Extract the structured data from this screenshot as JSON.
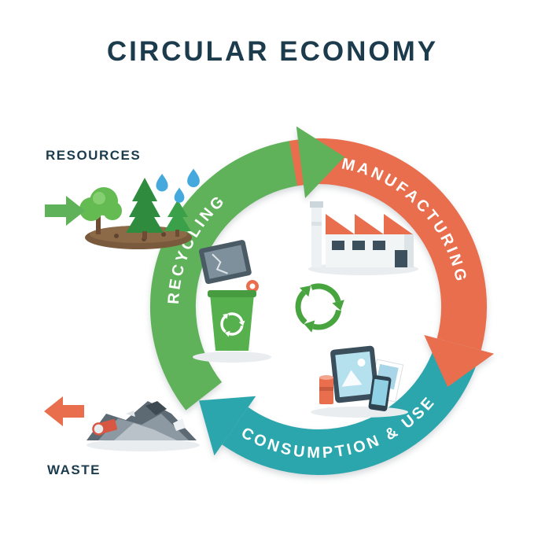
{
  "title": "CIRCULAR ECONOMY",
  "diagram": {
    "stages": [
      {
        "id": "manufacturing",
        "label": "MANUFACTURING",
        "color": "#e96e4e"
      },
      {
        "id": "consumption",
        "label": "CONSUMPTION & USE",
        "color": "#2aa6ac"
      },
      {
        "id": "recycling",
        "label": "RECYCLING",
        "color": "#5fb25a"
      }
    ],
    "input": {
      "label": "RESOURCES",
      "arrow_color": "#5fb25a",
      "icon": "right-arrow-icon"
    },
    "output": {
      "label": "WASTE",
      "arrow_color": "#e96e4e",
      "icon": "left-arrow-icon"
    },
    "center_icon": "recycle-arrows-icon",
    "illustrations": [
      "trees-and-soil-resources",
      "water-drops",
      "factory-building",
      "electronics-devices",
      "recycle-bin-with-ewaste",
      "waste-pile"
    ],
    "flow_direction": "clockwise"
  },
  "colors": {
    "background": "#ffffff",
    "title_text": "#1c3c4e",
    "green": "#5fb25a",
    "orange": "#e96e4e",
    "teal": "#2aa6ac",
    "recycle_symbol_green": "#47a43e",
    "label_text_on_arcs": "#ffffff"
  }
}
